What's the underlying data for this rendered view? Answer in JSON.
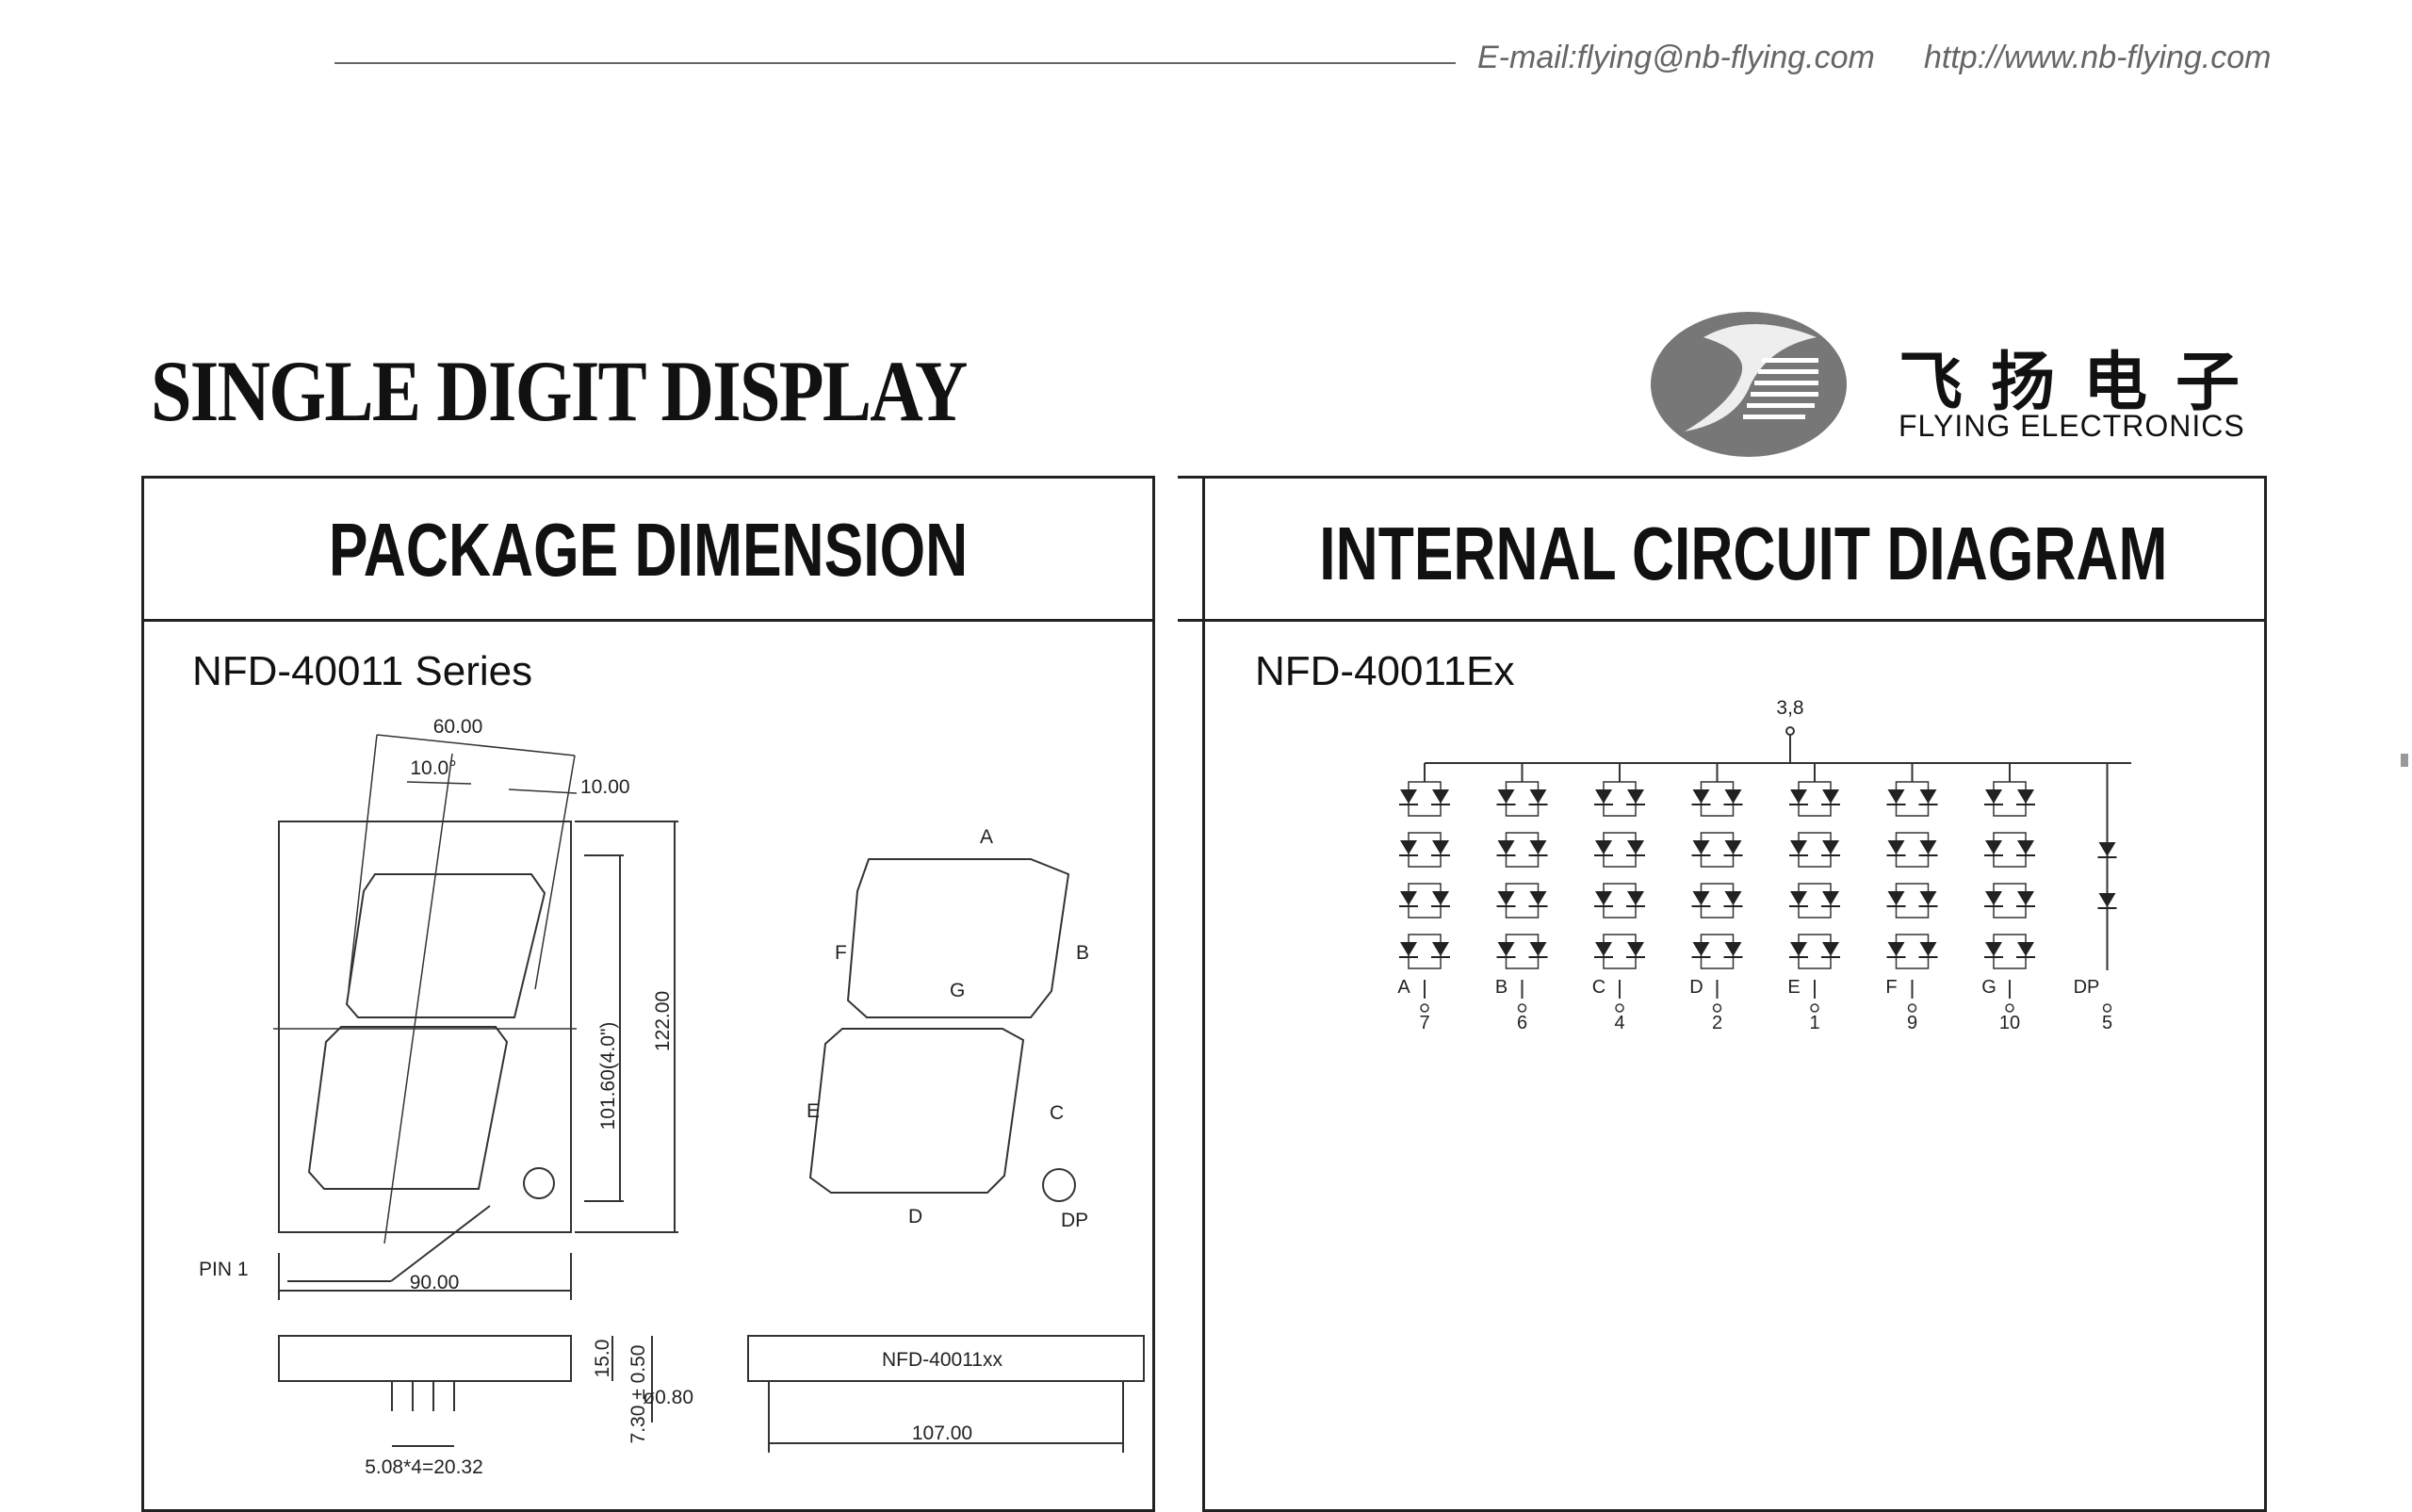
{
  "header": {
    "email": "E-mail:flying@nb-flying.com",
    "website": "http://www.nb-flying.com"
  },
  "title": "SINGLE DIGIT DISPLAY",
  "brand": {
    "name_cn": "飞扬电子",
    "name_en": "FLYING ELECTRONICS",
    "logo_icon": "flying-logo-icon"
  },
  "package": {
    "heading": "PACKAGE DIMENSION",
    "series": "NFD-40011 Series",
    "dims": {
      "top_width": "60.00",
      "slant_angle": "10.0°",
      "top_offset": "10.00",
      "seg_height": "101.60(4.0\")",
      "total_height": "122.00",
      "bottom_width": "90.00",
      "pin1": "PIN 1",
      "side_thickness": "15.0",
      "pin_length": "7.30 ± 0.50",
      "pin_pitch": "5.08*4=20.32",
      "pin_dia": "ø0.80",
      "part_label": "NFD-40011xx",
      "length": "107.00"
    },
    "segments": {
      "a": "A",
      "b": "B",
      "c": "C",
      "d": "D",
      "e": "E",
      "f": "F",
      "g": "G",
      "dp": "DP"
    }
  },
  "circuit": {
    "heading": "INTERNAL CIRCUIT DIAGRAM",
    "model": "NFD-40011Ex",
    "common_pins": "3,8",
    "columns": [
      {
        "seg": "A",
        "pin": "7"
      },
      {
        "seg": "B",
        "pin": "6"
      },
      {
        "seg": "C",
        "pin": "4"
      },
      {
        "seg": "D",
        "pin": "2"
      },
      {
        "seg": "E",
        "pin": "1"
      },
      {
        "seg": "F",
        "pin": "9"
      },
      {
        "seg": "G",
        "pin": "10"
      },
      {
        "seg": "DP",
        "pin": "5"
      }
    ]
  }
}
